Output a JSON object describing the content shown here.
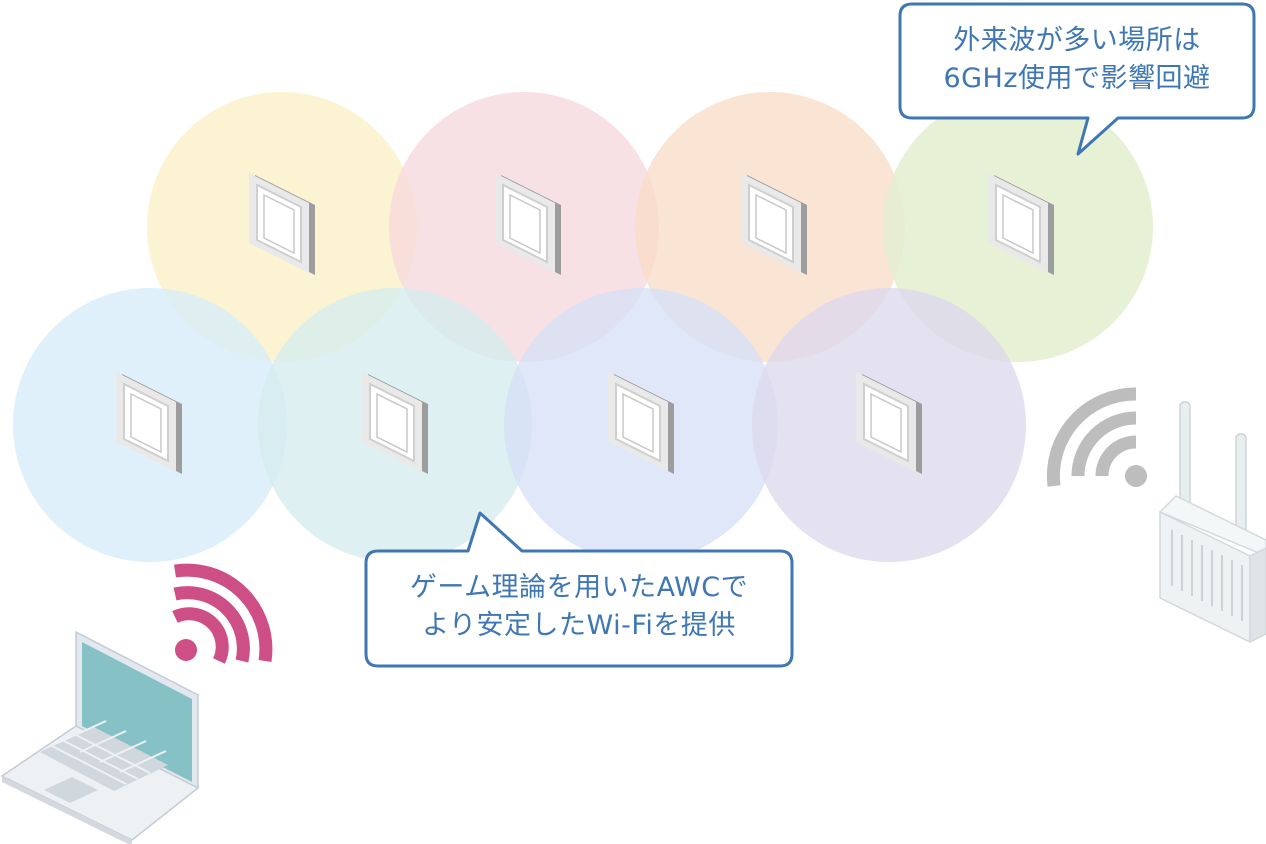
{
  "callouts": {
    "interference": {
      "line1": "外来波が多い場所は",
      "line2": "6GHz使用で影響回避"
    },
    "awc": {
      "line1": "ゲーム理論を用いたAWCで",
      "line2": "より安定したWi-Fiを提供"
    }
  },
  "coverage_colors": {
    "top": [
      "#fbefc6",
      "#f6d9dc",
      "#f8dcc8",
      "#e3efcf"
    ],
    "bottom": [
      "#d6ecf9",
      "#d5ecee",
      "#d6e0f6",
      "#ddd9ec"
    ]
  },
  "access_points": {
    "count": 8,
    "icon": "ceiling-access-point-icon"
  },
  "wifi_signal_colors": {
    "laptop": "#cd4f86",
    "router": "#bdbdbd"
  },
  "devices": {
    "laptop_icon": "laptop-icon",
    "router_icon": "external-router-icon"
  }
}
